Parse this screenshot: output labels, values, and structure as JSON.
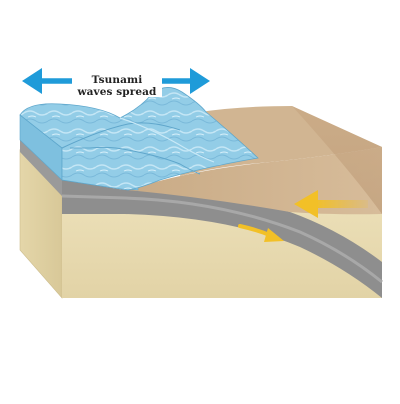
{
  "caption": {
    "line1": "Tsunami",
    "line2": "waves spread"
  },
  "colors": {
    "water": "#8fcbe6",
    "water_light": "#b9e0f2",
    "water_edge": "#6fb2d4",
    "sand_top": "#d2b592",
    "sand_side": "#c3a07c",
    "bedrock": "#e6d9b0",
    "rock_layer": "#8f8f8f",
    "arrow_blue": "#1f9bd9",
    "arrow_yellow": "#f2c027"
  },
  "icons": {
    "spread": "double-headed-arrow",
    "plate_motion": "arrow-left",
    "subduction": "arrow-right"
  }
}
